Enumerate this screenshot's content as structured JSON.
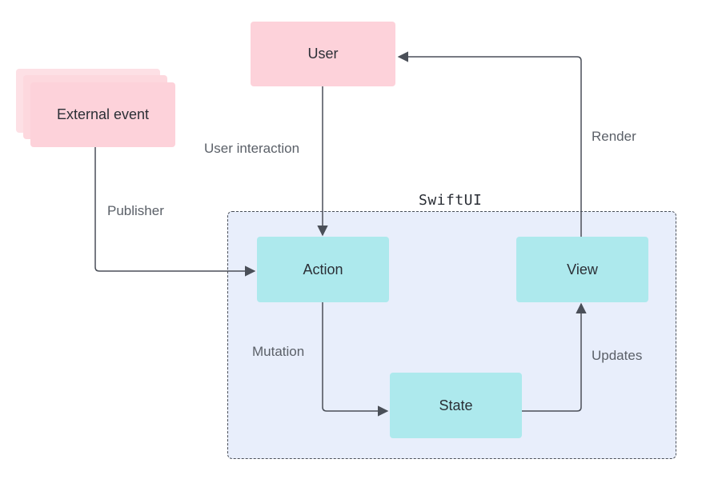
{
  "diagram": {
    "group": {
      "label": "SwiftUI"
    },
    "nodes": {
      "user": "User",
      "external_event": "External event",
      "action": "Action",
      "view": "View",
      "state": "State"
    },
    "edges": {
      "user_interaction": "User interaction",
      "publisher": "Publisher",
      "render": "Render",
      "mutation": "Mutation",
      "updates": "Updates"
    },
    "colors": {
      "pink_node": "#fdd2da",
      "cyan_node": "#ade9ed",
      "group_fill": "#e8eefb",
      "edge_line": "#4a4f58"
    }
  }
}
